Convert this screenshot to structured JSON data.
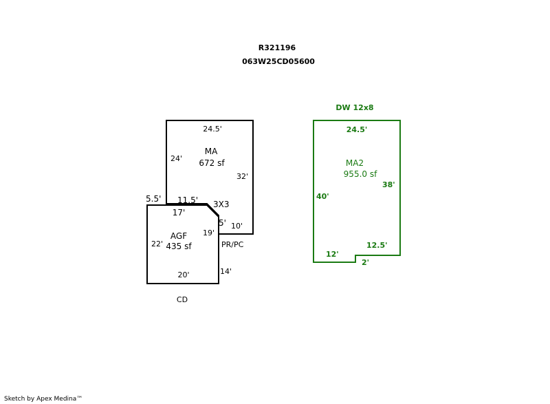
{
  "header": {
    "parcel_id": "R321196",
    "map_tax_lot": "063W25CD05600"
  },
  "buildings": {
    "main": {
      "ma_label": "MA",
      "ma_area": "672 sf",
      "ma_top": "24.5'",
      "ma_left": "24'",
      "ma_right": "32'",
      "ma_bottom_left": "11.5'",
      "ma_offset": "5.5'",
      "agf_label": "AGF",
      "agf_area": "435 sf",
      "agf_top": "17'",
      "agf_left": "22'",
      "agf_right": "19'",
      "agf_bottom": "20'",
      "corner_label": "3X3",
      "corner_dim": "5'",
      "pr_pc_dim": "10'",
      "pr_pc_label": "PR/PC",
      "right_dim": "14'",
      "cd_label": "CD"
    },
    "secondary": {
      "title": "DW 12x8",
      "label": "MA2",
      "area": "955.0 sf",
      "top": "24.5'",
      "left": "40'",
      "right": "38'",
      "bottom_left": "12'",
      "bottom_right": "12.5'",
      "notch": "2'"
    }
  },
  "colors": {
    "main_outline": "#000000",
    "secondary_outline": "#1a7a12"
  },
  "footer": {
    "credit": "Sketch by Apex Medina™"
  }
}
